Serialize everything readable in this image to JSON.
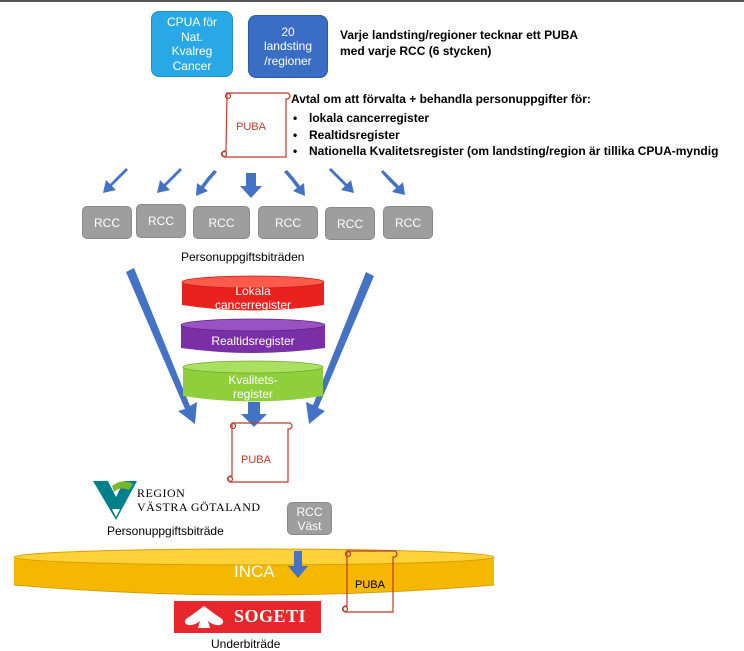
{
  "top_boxes": [
    {
      "label_lines": [
        "CPUA för",
        "Nat.",
        "Kvalreg",
        "Cancer"
      ],
      "color": "#29a8e6"
    },
    {
      "label_lines": [
        "20",
        "landsting",
        "/regioner"
      ],
      "color": "#3a6dc4"
    }
  ],
  "header_text": [
    "Varje landsting/regioner tecknar ett PUBA",
    "med varje RCC (6 stycken)"
  ],
  "agreement": {
    "title": "Avtal om att förvalta + behandla personuppgifter för:",
    "bullets": [
      "lokala cancerregister",
      "Realtidsregister",
      "Nationella Kvalitetsregister (om landsting/region är tillika CPUA-myndig"
    ]
  },
  "puba_label": "PUBA",
  "rcc_boxes": [
    "RCC",
    "RCC",
    "RCC",
    "RCC",
    "RCC",
    "RCC"
  ],
  "rcc_caption": "Personuppgiftsbiträden",
  "funnel": [
    {
      "label_lines": [
        "Lokala",
        "cancerregister"
      ],
      "color": "#e8231f"
    },
    {
      "label_lines": [
        "Realtidsregister"
      ],
      "color": "#7b2fa6"
    },
    {
      "label_lines": [
        "Kvalitets-",
        "register"
      ],
      "color": "#8fcf3c"
    }
  ],
  "region": {
    "name_lines": [
      "REGION",
      "VÄSTRA GÖTALAND"
    ],
    "caption": "Personuppgiftsbiträde"
  },
  "rcc_vast": [
    "RCC",
    "Väst"
  ],
  "inca": {
    "label": "INCA",
    "color": "#f5b800"
  },
  "sogeti": {
    "name": "SOGETI",
    "caption": "Underbiträde"
  },
  "colors": {
    "arrow": "#4472c4",
    "puba_outline": "#c0392b",
    "rcc_gray": "#9e9e9e"
  }
}
